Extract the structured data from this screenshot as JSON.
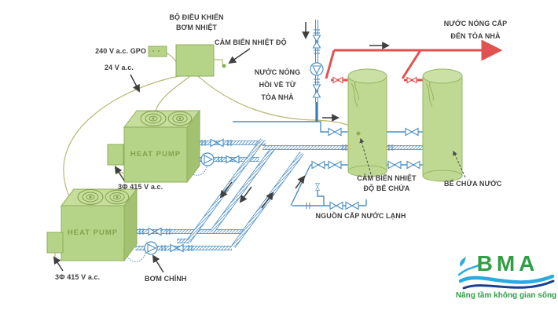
{
  "labels": {
    "controller_line1": "BỘ ĐIỀU KHIỂN",
    "controller_line2": "BƠM NHIỆT",
    "gpo": "240 V a.c. GPO",
    "control_voltage": "24 V a.c.",
    "temp_sensor": "CẢM BIẾN NHIỆT ĐỘ",
    "hot_return_line1": "NƯỚC NÓNG",
    "hot_return_line2": "HỒI VỀ TỪ",
    "hot_return_line3": "TÒA NHÀ",
    "hot_supply_line1": "NƯỚC NÓNG CẤP",
    "hot_supply_line2": "ĐẾN TÒA NHÀ",
    "heat_pump_1": "HEAT PUMP",
    "heat_pump_2": "HEAT PUMP",
    "hp1_power": "3Φ 415 V a.c.",
    "hp2_power": "3Φ 415 V a.c.",
    "main_pump": "BƠM CHÍNH",
    "tank_sensor_line1": "CẢM BIẾN NHIỆT",
    "tank_sensor_line2": "ĐỘ BỂ CHỨA",
    "cold_supply": "NGUỒN CẤP NƯỚC LẠNH",
    "tank": "BỂ CHỨA NƯỚC"
  },
  "logo": {
    "text": "BMA",
    "tagline": "Nâng tầm không gian sống",
    "brand_green": "#2f9e44",
    "wave_blue": "#29abe2",
    "wave_dark": "#1b3f8e"
  },
  "colors": {
    "equipment_green": "#b6d487",
    "equipment_outline": "#8fad5b",
    "pipe_blue": "#4a8ec2",
    "hot_red": "#e0524f",
    "wire_olive": "#b8b873",
    "label_text": "#3e3e3e"
  }
}
